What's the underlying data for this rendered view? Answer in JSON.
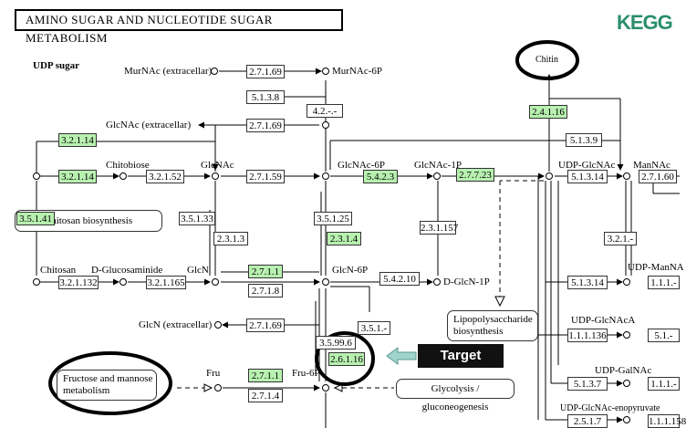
{
  "header": {
    "title": "AMINO SUGAR AND NUCLEOTIDE SUGAR METABOLISM",
    "logo": "KEGG"
  },
  "section_label": "UDP sugar",
  "compounds": {
    "murnac_ext": "MurNAc (extracellar)",
    "murnac6p": "MurNAc-6P",
    "glcnac_ext": "GlcNAc (extracellar)",
    "chitin": "Chitin",
    "chitobiose": "Chitobiose",
    "glcnac": "GlcNAc",
    "glcnac6p": "GlcNAc-6P",
    "glcnac1p": "GlcNAc-1P",
    "udp_glcnac": "UDP-GlcNAc",
    "mannac": "ManNAc",
    "chitosan": "Chitosan",
    "dglucosaminide": "D-Glucosaminide",
    "glcn": "GlcN",
    "glcn6p": "GlcN-6P",
    "dglcn1p": "D-GlcN-1P",
    "udp_mannac": "UDP-ManNA",
    "glcn_ext": "GlcN (extracellar)",
    "udp_glcnaca": "UDP-GlcNAcA",
    "udp_galnac": "UDP-GalNAc",
    "fru": "Fru",
    "fru6p": "Fru-6P",
    "udp_enopyruvate": "UDP-GlcNAc-enopyruvate"
  },
  "maps": {
    "chitosan_bio": "Chitosan biosynthesis",
    "lps": "Lipopolysaccharide biosynthesis",
    "fructose": "Fructose and mannose metabolism",
    "glycolysis": "Glycolysis / gluconeogenesis"
  },
  "enzymes": {
    "e1": "2.7.1.69",
    "e2": "5.1.3.8",
    "e3": "4.2.-.-",
    "e4": "2.7.1.69",
    "e5": "3.2.1.14",
    "e6": "3.2.1.14",
    "e7": "3.2.1.52",
    "e8": "2.7.1.59",
    "e9": "5.4.2.3",
    "e10": "2.7.7.23",
    "e11": "2.4.1.16",
    "e12": "5.1.3.9",
    "e13": "5.1.3.14",
    "e14": "2.7.1.60",
    "e15": "3.5.1.41",
    "e16": "3.5.1.33",
    "e17": "2.3.1.3",
    "e18": "3.5.1.25",
    "e19": "2.3.1.4",
    "e20": "2.3.1.157",
    "e21": "3.2.1.-",
    "e22": "3.2.1.132",
    "e23": "3.2.1.165",
    "e24": "2.7.1.1",
    "e25": "2.7.1.8",
    "e26": "5.4.2.10",
    "e27": "5.1.3.14",
    "e28": "1.1.1.-",
    "e29": "2.7.1.69",
    "e30": "1.1.1.136",
    "e31": "5.1.-",
    "e32": "3.5.1.-",
    "e33": "3.5.99.6",
    "e34": "2.6.1.16",
    "e35": "5.1.3.7",
    "e36": "1.1.1.-",
    "e37": "2.7.1.1",
    "e38": "2.7.1.4",
    "e39": "2.5.1.7",
    "e40": "1.1.1.158"
  },
  "annotation": {
    "target_label": "Target"
  },
  "colors": {
    "enzyme_highlight": "#b8f0b0",
    "logo": "#2a8f6a",
    "target_arrow": "#9fd3cc"
  }
}
